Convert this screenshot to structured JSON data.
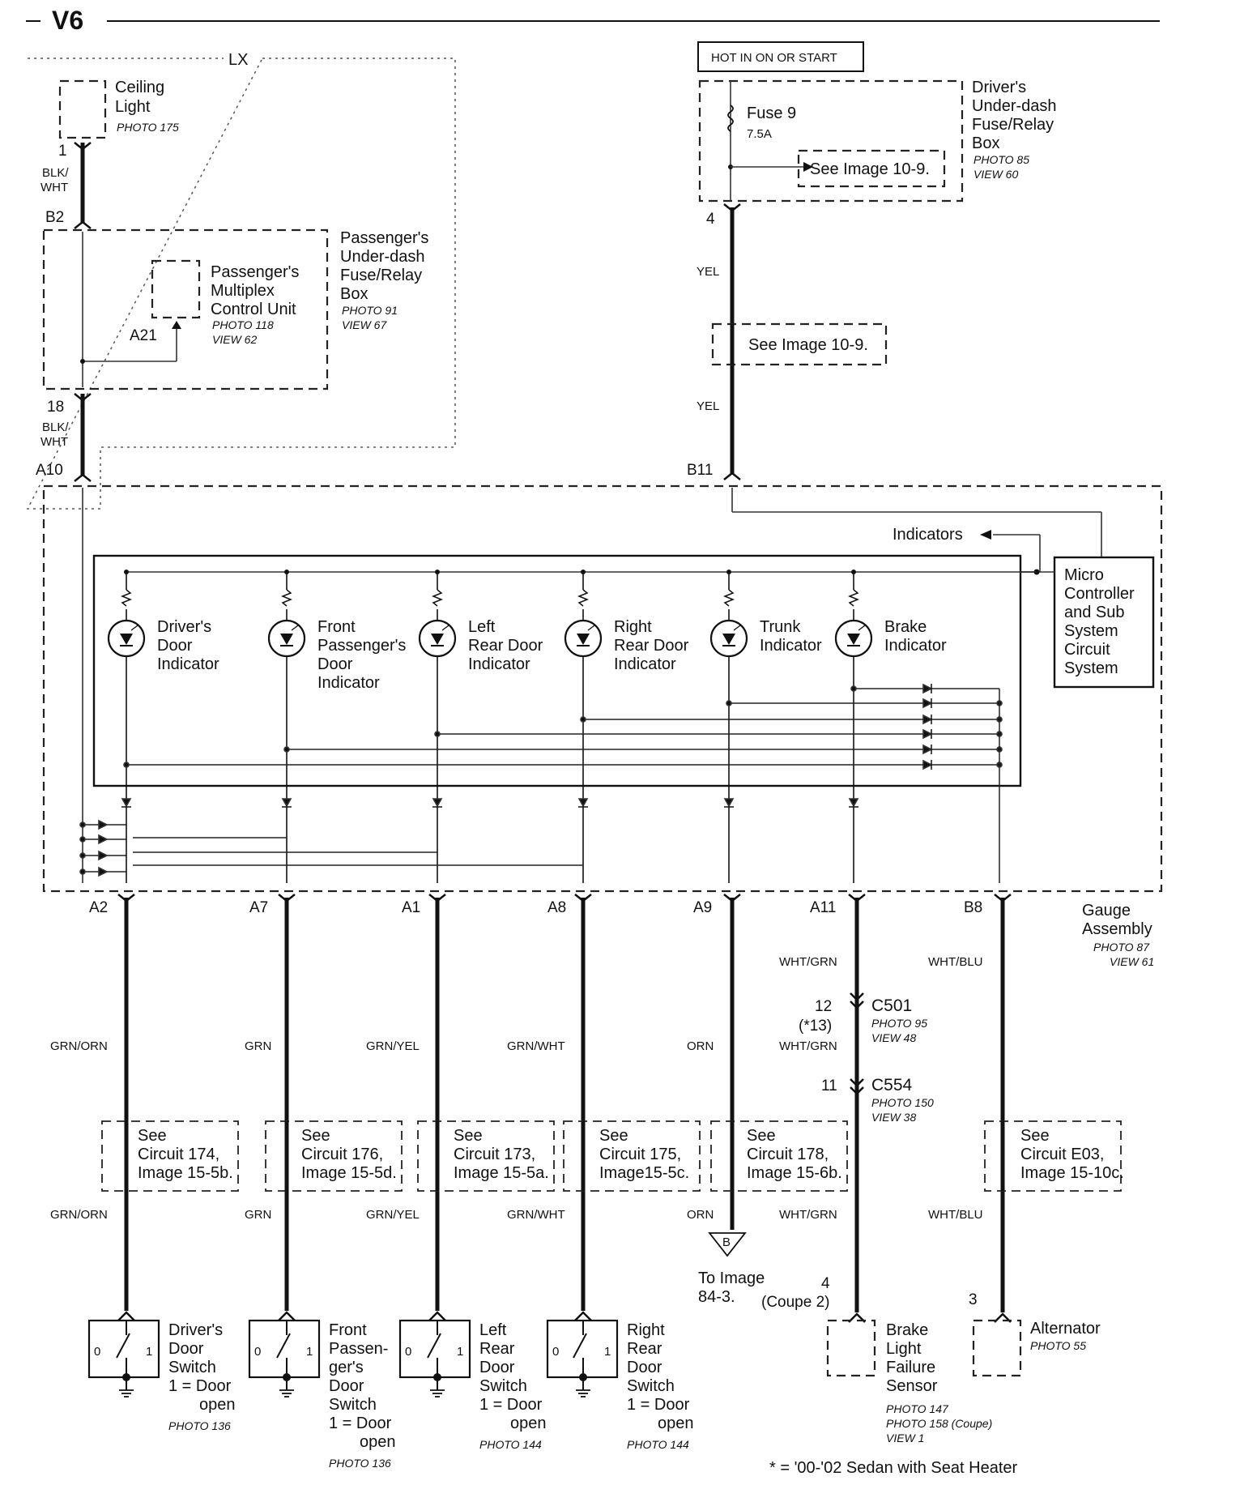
{
  "page_header": "V6",
  "lx_label": "LX",
  "hot_label": "HOT IN ON OR START",
  "ceiling_light": {
    "name1": "Ceiling",
    "name2": "Light",
    "photo": "PHOTO 175",
    "pin": "1",
    "wire1": "BLK/",
    "wire2": "WHT"
  },
  "fuse": {
    "name": "Fuse 9",
    "amp": "7.5A",
    "see": "See Image 10-9.",
    "pin": "4"
  },
  "drivers_box": {
    "l1": "Driver's",
    "l2": "Under-dash",
    "l3": "Fuse/Relay",
    "l4": "Box",
    "photo": "PHOTO 85",
    "view": "VIEW 60"
  },
  "pass_box": {
    "l1": "Passenger's",
    "l2": "Under-dash",
    "l3": "Fuse/Relay",
    "l4": "Box",
    "photo": "PHOTO 91",
    "view": "VIEW 67",
    "top_pin": "B2",
    "bot_pin": "18",
    "wire1": "BLK/",
    "wire2": "WHT"
  },
  "mpcu": {
    "l1": "Passenger's",
    "l2": "Multiplex",
    "l3": "Control Unit",
    "photo": "PHOTO 118",
    "view": "VIEW 62",
    "pin": "A21"
  },
  "yel": "YEL",
  "mid_see": "See Image 10-9.",
  "pins_top": {
    "a10": "A10",
    "b11": "B11"
  },
  "indicators_label": "Indicators",
  "micro": {
    "l1": "Micro",
    "l2": "Controller",
    "l3": "and Sub",
    "l4": "System",
    "l5": "Circuit",
    "l6": "System"
  },
  "indicators": [
    {
      "lines": [
        "Driver's",
        "Door",
        "Indicator"
      ]
    },
    {
      "lines": [
        "Front",
        "Passenger's",
        "Door",
        "Indicator"
      ]
    },
    {
      "lines": [
        "Left",
        "Rear Door",
        "Indicator"
      ]
    },
    {
      "lines": [
        "Right",
        "Rear Door",
        "Indicator"
      ]
    },
    {
      "lines": [
        "Trunk",
        "Indicator"
      ]
    },
    {
      "lines": [
        "Brake",
        "Indicator"
      ]
    }
  ],
  "gauge": {
    "l1": "Gauge",
    "l2": "Assembly",
    "photo": "PHOTO 87",
    "view": "VIEW 61"
  },
  "bottom_pins": [
    "A2",
    "A7",
    "A1",
    "A8",
    "A9",
    "A11",
    "B8"
  ],
  "wire_colors": [
    "GRN/ORN",
    "GRN",
    "GRN/YEL",
    "GRN/WHT",
    "ORN",
    "WHT/GRN",
    "WHT/BLU"
  ],
  "c501": {
    "name": "C501",
    "photo": "PHOTO 95",
    "view": "VIEW 48",
    "pin": "12",
    "pin2": "(*13)"
  },
  "c554": {
    "name": "C554",
    "photo": "PHOTO 150",
    "view": "VIEW 38",
    "pin": "11"
  },
  "see_boxes": [
    {
      "l1": "See",
      "l2": "Circuit 174,",
      "l3": "Image 15-5b."
    },
    {
      "l1": "See",
      "l2": "Circuit 176,",
      "l3": "Image 15-5d."
    },
    {
      "l1": "See",
      "l2": "Circuit 173,",
      "l3": "Image 15-5a."
    },
    {
      "l1": "See",
      "l2": "Circuit 175,",
      "l3": "Image15-5c."
    },
    {
      "l1": "See",
      "l2": "Circuit 178,",
      "l3": "Image 15-6b."
    },
    {
      "l1": "See",
      "l2": "Circuit E03,",
      "l3": "Image 15-10c."
    }
  ],
  "to_image": {
    "mark": "B",
    "l1": "To Image",
    "l2": "84-3."
  },
  "brake_pin": {
    "pin": "4",
    "note": "(Coupe 2)"
  },
  "alt_pin": "3",
  "switches": [
    {
      "lines": [
        "Driver's",
        "Door",
        "Switch",
        "1 = Door",
        "open"
      ],
      "photo": "PHOTO 136"
    },
    {
      "lines": [
        "Front",
        "Passen-",
        "ger's",
        "Door",
        "Switch",
        "1 = Door",
        "open"
      ],
      "photo": "PHOTO 136"
    },
    {
      "lines": [
        "Left",
        "Rear",
        "Door",
        "Switch",
        "1 = Door",
        "open"
      ],
      "photo": "PHOTO 144"
    },
    {
      "lines": [
        "Right",
        "Rear",
        "Door",
        "Switch",
        "1 = Door",
        "open"
      ],
      "photo": "PHOTO 144"
    }
  ],
  "brake_sensor": {
    "lines": [
      "Brake",
      "Light",
      "Failure",
      "Sensor"
    ],
    "photos": [
      "PHOTO 147",
      "PHOTO 158 (Coupe)",
      "VIEW 1"
    ]
  },
  "alternator": {
    "name": "Alternator",
    "photo": "PHOTO 55"
  },
  "footnote": "* =  '00-'02 Sedan with Seat Heater"
}
